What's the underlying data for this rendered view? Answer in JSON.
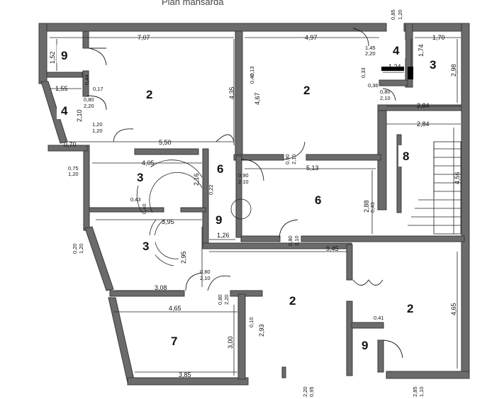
{
  "title": "Plan mansarda",
  "rooms": [
    "9",
    "2",
    "2",
    "4",
    "3",
    "4",
    "3",
    "6",
    "6",
    "8",
    "9",
    "3",
    "2",
    "2",
    "7",
    "9"
  ],
  "dims": {
    "d707": "7,07",
    "d497": "4,97",
    "d170": "1,70",
    "d155": "1,55",
    "d550": "5,50",
    "d405": "4,05",
    "d513": "5,13",
    "d284a": "2,84",
    "d284b": "2,84",
    "d395": "3,95",
    "d126": "1,26",
    "d945": "9,45",
    "d308": "3,08",
    "d465": "4,65",
    "d385": "3,85",
    "d124": "1,24",
    "d070": "0,70"
  },
  "vdims": {
    "v152": "1,52",
    "v435": "4,35",
    "v467": "4,67",
    "v174": "1,74",
    "v298": "2,98",
    "v210": "2,10",
    "v288": "2,88",
    "v456": "4,56",
    "v295": "2,95",
    "v300": "3,00",
    "v293": "2,93",
    "v465b": "4,65",
    "v216": "2,16"
  },
  "doors": {
    "a": "0,85\n1,20",
    "b": "1,45",
    "c": "2,20",
    "d": "0,80",
    "e": "2,10",
    "f": "0,80",
    "g": "2,20",
    "h": "1,20",
    "i": "1,20",
    "j": "0,75",
    "k": "1,20",
    "l": "0,90",
    "m": "2,10",
    "n": "0,90",
    "o": "2,10",
    "p": "0,80",
    "q": "2,10",
    "r": "0,20",
    "s": "1,20",
    "t": "0,80",
    "u": "2,10",
    "v": "0,80",
    "w": "2,20",
    "x": "2,20",
    "y": "0,95",
    "z": "2,85",
    "aa": "1,10",
    "bb": "0,41",
    "cc": "0,43",
    "dd": "0,40",
    "ee": "0,13",
    "ff": "0,40",
    "gg": "0,17",
    "hh": "0,44",
    "ii": "0,33",
    "jj": "0,36",
    "kk": "0,43",
    "ll": "0,22",
    "mm": "0,10"
  }
}
